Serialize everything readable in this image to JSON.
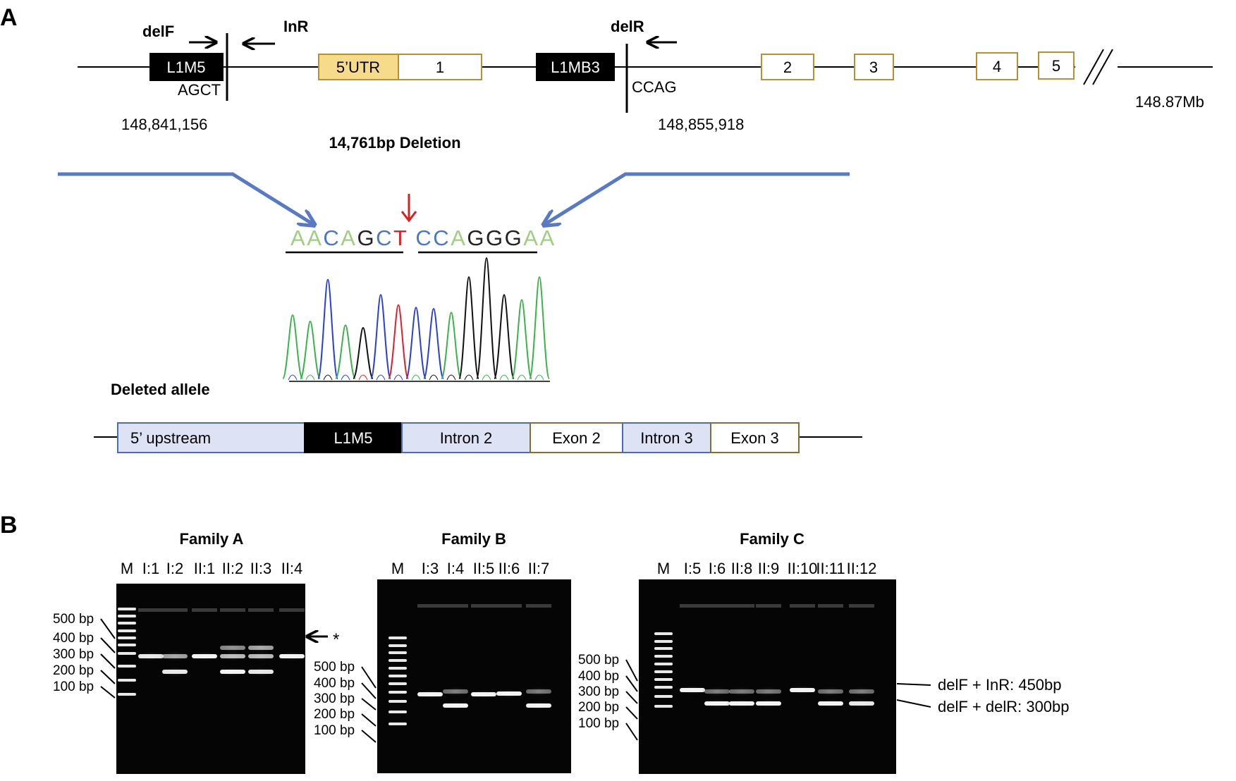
{
  "panel_a": {
    "label": "A",
    "primers": {
      "delF": "delF",
      "InR": "InR",
      "delR": "delR"
    },
    "genes": {
      "l1m5": "L1M5",
      "l1mb3": "L1MB3",
      "utr": "5’UTR",
      "exons": [
        "1",
        "2",
        "3",
        "4",
        "5"
      ]
    },
    "junction_left": "AGCT",
    "junction_right": "CCAG",
    "coord_left": "148,841,156",
    "coord_right": "148,855,918",
    "coord_end": "148.87Mb",
    "deletion_label": "14,761bp Deletion",
    "sequence": [
      {
        "b": "A",
        "c": "#9dd07e"
      },
      {
        "b": "A",
        "c": "#9dd07e"
      },
      {
        "b": "C",
        "c": "#4a78c8"
      },
      {
        "b": "A",
        "c": "#9dd07e"
      },
      {
        "b": "G",
        "c": "#222222"
      },
      {
        "b": "C",
        "c": "#4a78c8"
      },
      {
        "b": "T",
        "c": "#e0202a"
      },
      {
        "b": "C",
        "c": "#4a78c8"
      },
      {
        "b": "C",
        "c": "#4a78c8"
      },
      {
        "b": "A",
        "c": "#9dd07e"
      },
      {
        "b": "G",
        "c": "#222222"
      },
      {
        "b": "G",
        "c": "#222222"
      },
      {
        "b": "G",
        "c": "#222222"
      },
      {
        "b": "A",
        "c": "#9dd07e"
      },
      {
        "b": "A",
        "c": "#9dd07e"
      }
    ],
    "deleted_allele_title": "Deleted allele",
    "allele_segments": [
      {
        "label": "5’ upstream",
        "fill": "#dde2f4",
        "stroke": "#4a6cc0"
      },
      {
        "label": "L1M5",
        "fill": "#000000",
        "stroke": "#000000",
        "text_color": "#ffffff"
      },
      {
        "label": "Intron 2",
        "fill": "#dde2f4",
        "stroke": "#4a6cc0"
      },
      {
        "label": "Exon 2",
        "fill": "#ffffff",
        "stroke": "#8b6b2e"
      },
      {
        "label": "Intron 3",
        "fill": "#dde2f4",
        "stroke": "#4a6cc0"
      },
      {
        "label": "Exon 3",
        "fill": "#ffffff",
        "stroke": "#8b6b2e"
      }
    ],
    "colors": {
      "blue_arrow": "#5a79c4",
      "red_arrow": "#d82020",
      "exon_stroke": "#b8902e",
      "utr_fill": "#f6dc8a",
      "chrom_A": "#3cb34a",
      "chrom_C": "#2a3fd8",
      "chrom_G": "#111111",
      "chrom_T": "#e0202a"
    }
  },
  "panel_b": {
    "label": "B",
    "gels": [
      {
        "title": "Family A",
        "lanes": [
          "M",
          "I:1",
          "I:2",
          "II:1",
          "II:2",
          "II:3",
          "II:4"
        ],
        "ladder": [
          "500 bp",
          "400 bp",
          "300 bp",
          "200 bp",
          "100 bp"
        ]
      },
      {
        "title": "Family B",
        "lanes": [
          "M",
          "I:3",
          "I:4",
          "II:5",
          "II:6",
          "II:7"
        ],
        "ladder": [
          "500 bp",
          "400 bp",
          "300 bp",
          "200 bp",
          "100 bp"
        ]
      },
      {
        "title": "Family C",
        "lanes": [
          "M",
          "I:5",
          "I:6",
          "II:8",
          "II:9",
          "II:10",
          "II:11",
          "II:12"
        ],
        "ladder": [
          "500 bp",
          "400 bp",
          "300 bp",
          "200 bp",
          "100 bp"
        ]
      }
    ],
    "asterisk": "*",
    "band_labels": [
      "delF + InR: 450bp",
      "delF + delR: 300bp"
    ]
  }
}
